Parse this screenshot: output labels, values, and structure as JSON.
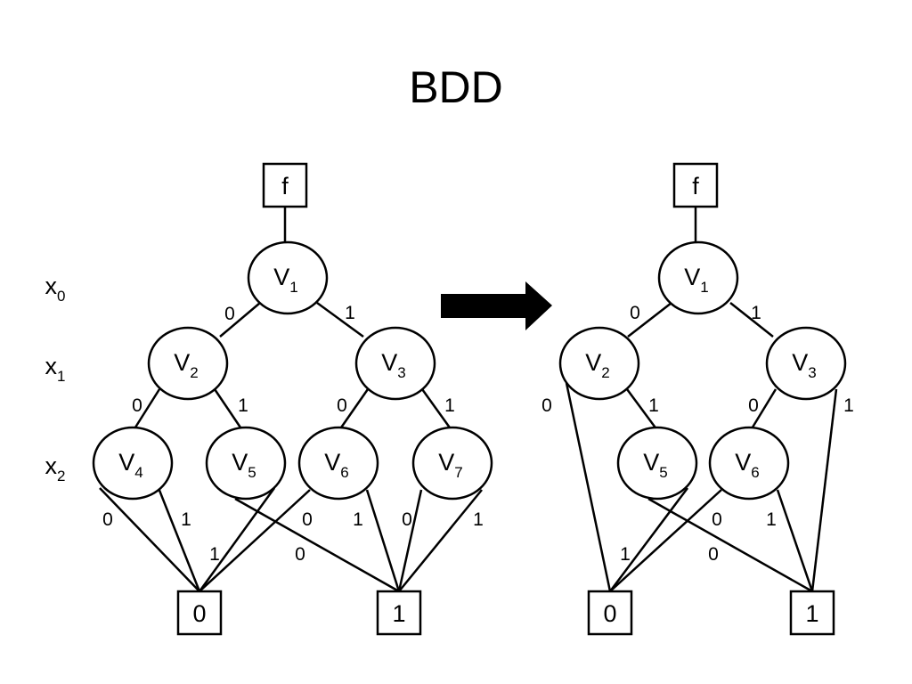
{
  "title": "BDD",
  "variables": [
    {
      "name": "x",
      "sub": "0"
    },
    {
      "name": "x",
      "sub": "1"
    },
    {
      "name": "x",
      "sub": "2"
    }
  ],
  "left": {
    "root": "f",
    "nodes": [
      {
        "id": "v1",
        "name": "V",
        "sub": "1"
      },
      {
        "id": "v2",
        "name": "V",
        "sub": "2"
      },
      {
        "id": "v3",
        "name": "V",
        "sub": "3"
      },
      {
        "id": "v4",
        "name": "V",
        "sub": "4"
      },
      {
        "id": "v5",
        "name": "V",
        "sub": "5"
      },
      {
        "id": "v6",
        "name": "V",
        "sub": "6"
      },
      {
        "id": "v7",
        "name": "V",
        "sub": "7"
      }
    ],
    "terminals": [
      {
        "id": "t0",
        "label": "0"
      },
      {
        "id": "t1",
        "label": "1"
      }
    ],
    "edges": [
      {
        "from": "f",
        "to": "v1",
        "label": ""
      },
      {
        "from": "v1",
        "to": "v2",
        "label": "0"
      },
      {
        "from": "v1",
        "to": "v3",
        "label": "1"
      },
      {
        "from": "v2",
        "to": "v4",
        "label": "0"
      },
      {
        "from": "v2",
        "to": "v5",
        "label": "1"
      },
      {
        "from": "v3",
        "to": "v6",
        "label": "0"
      },
      {
        "from": "v3",
        "to": "v7",
        "label": "1"
      },
      {
        "from": "v4",
        "to": "t0",
        "label": "0"
      },
      {
        "from": "v4",
        "to": "t0",
        "label": "1"
      },
      {
        "from": "v5",
        "to": "t0",
        "label": "1"
      },
      {
        "from": "v5",
        "to": "t1",
        "label": "0"
      },
      {
        "from": "v6",
        "to": "t0",
        "label": "0"
      },
      {
        "from": "v6",
        "to": "t1",
        "label": "1"
      },
      {
        "from": "v7",
        "to": "t1",
        "label": "0"
      },
      {
        "from": "v7",
        "to": "t1",
        "label": "1"
      }
    ]
  },
  "right": {
    "root": "f",
    "nodes": [
      {
        "id": "v1",
        "name": "V",
        "sub": "1"
      },
      {
        "id": "v2",
        "name": "V",
        "sub": "2"
      },
      {
        "id": "v3",
        "name": "V",
        "sub": "3"
      },
      {
        "id": "v5",
        "name": "V",
        "sub": "5"
      },
      {
        "id": "v6",
        "name": "V",
        "sub": "6"
      }
    ],
    "terminals": [
      {
        "id": "t0",
        "label": "0"
      },
      {
        "id": "t1",
        "label": "1"
      }
    ],
    "edges": [
      {
        "from": "f",
        "to": "v1",
        "label": ""
      },
      {
        "from": "v1",
        "to": "v2",
        "label": "0"
      },
      {
        "from": "v1",
        "to": "v3",
        "label": "1"
      },
      {
        "from": "v2",
        "to": "t0",
        "label": "0"
      },
      {
        "from": "v2",
        "to": "v5",
        "label": "1"
      },
      {
        "from": "v3",
        "to": "v6",
        "label": "0"
      },
      {
        "from": "v3",
        "to": "t1",
        "label": "1"
      },
      {
        "from": "v5",
        "to": "t0",
        "label": "1"
      },
      {
        "from": "v5",
        "to": "t1",
        "label": "0"
      },
      {
        "from": "v6",
        "to": "t0",
        "label": "0"
      },
      {
        "from": "v6",
        "to": "t1",
        "label": "1"
      }
    ]
  }
}
